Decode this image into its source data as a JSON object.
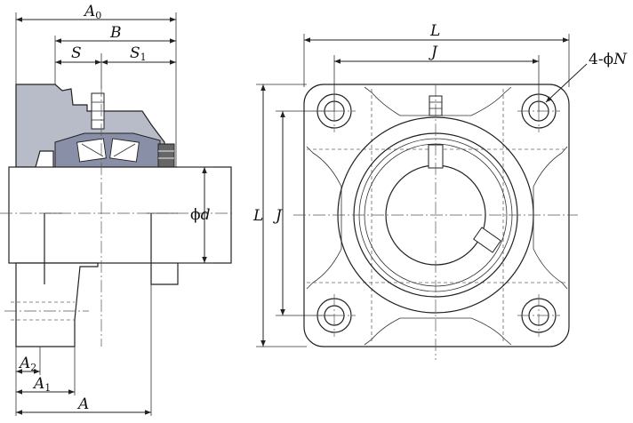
{
  "side_view": {
    "labels": {
      "A0": {
        "main": "A",
        "sub": "0"
      },
      "B": {
        "main": "B"
      },
      "S": {
        "main": "S"
      },
      "S1": {
        "main": "S",
        "sub": "1"
      },
      "d": {
        "prefix": "ϕ",
        "main": "d"
      },
      "A2": {
        "main": "A",
        "sub": "2"
      },
      "A1": {
        "main": "A",
        "sub": "1"
      },
      "A": {
        "main": "A"
      }
    }
  },
  "front_view": {
    "labels": {
      "L_top": {
        "main": "L"
      },
      "J_top": {
        "main": "J"
      },
      "N": {
        "prefix": "4-ϕ",
        "main": "N"
      },
      "L_side": {
        "main": "L"
      },
      "J_side": {
        "main": "J"
      }
    }
  },
  "colors": {
    "housing": "#b8bcc8",
    "bearing": "#8a8fa8",
    "line": "#222222"
  }
}
